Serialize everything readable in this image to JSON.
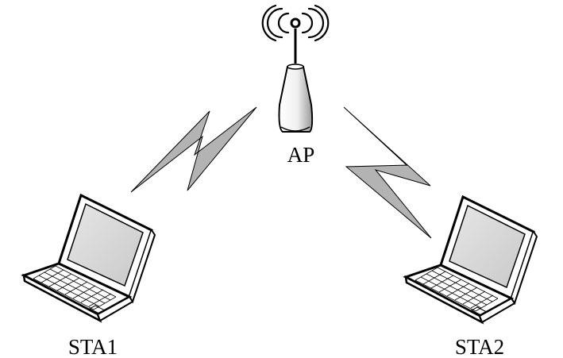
{
  "diagram": {
    "nodes": {
      "ap": {
        "label": "AP",
        "icon": "access-point-icon"
      },
      "sta1": {
        "label": "STA1",
        "icon": "laptop-icon"
      },
      "sta2": {
        "label": "STA2",
        "icon": "laptop-icon"
      }
    },
    "links": [
      {
        "from": "ap",
        "to": "sta1",
        "icon": "wireless-link-icon"
      },
      {
        "from": "ap",
        "to": "sta2",
        "icon": "wireless-link-icon"
      }
    ],
    "colors": {
      "lightning_fill": "#b3b3b3",
      "device_fill": "#ffffff",
      "screen_fill": "#d9d9d9",
      "stroke": "#000000"
    }
  }
}
